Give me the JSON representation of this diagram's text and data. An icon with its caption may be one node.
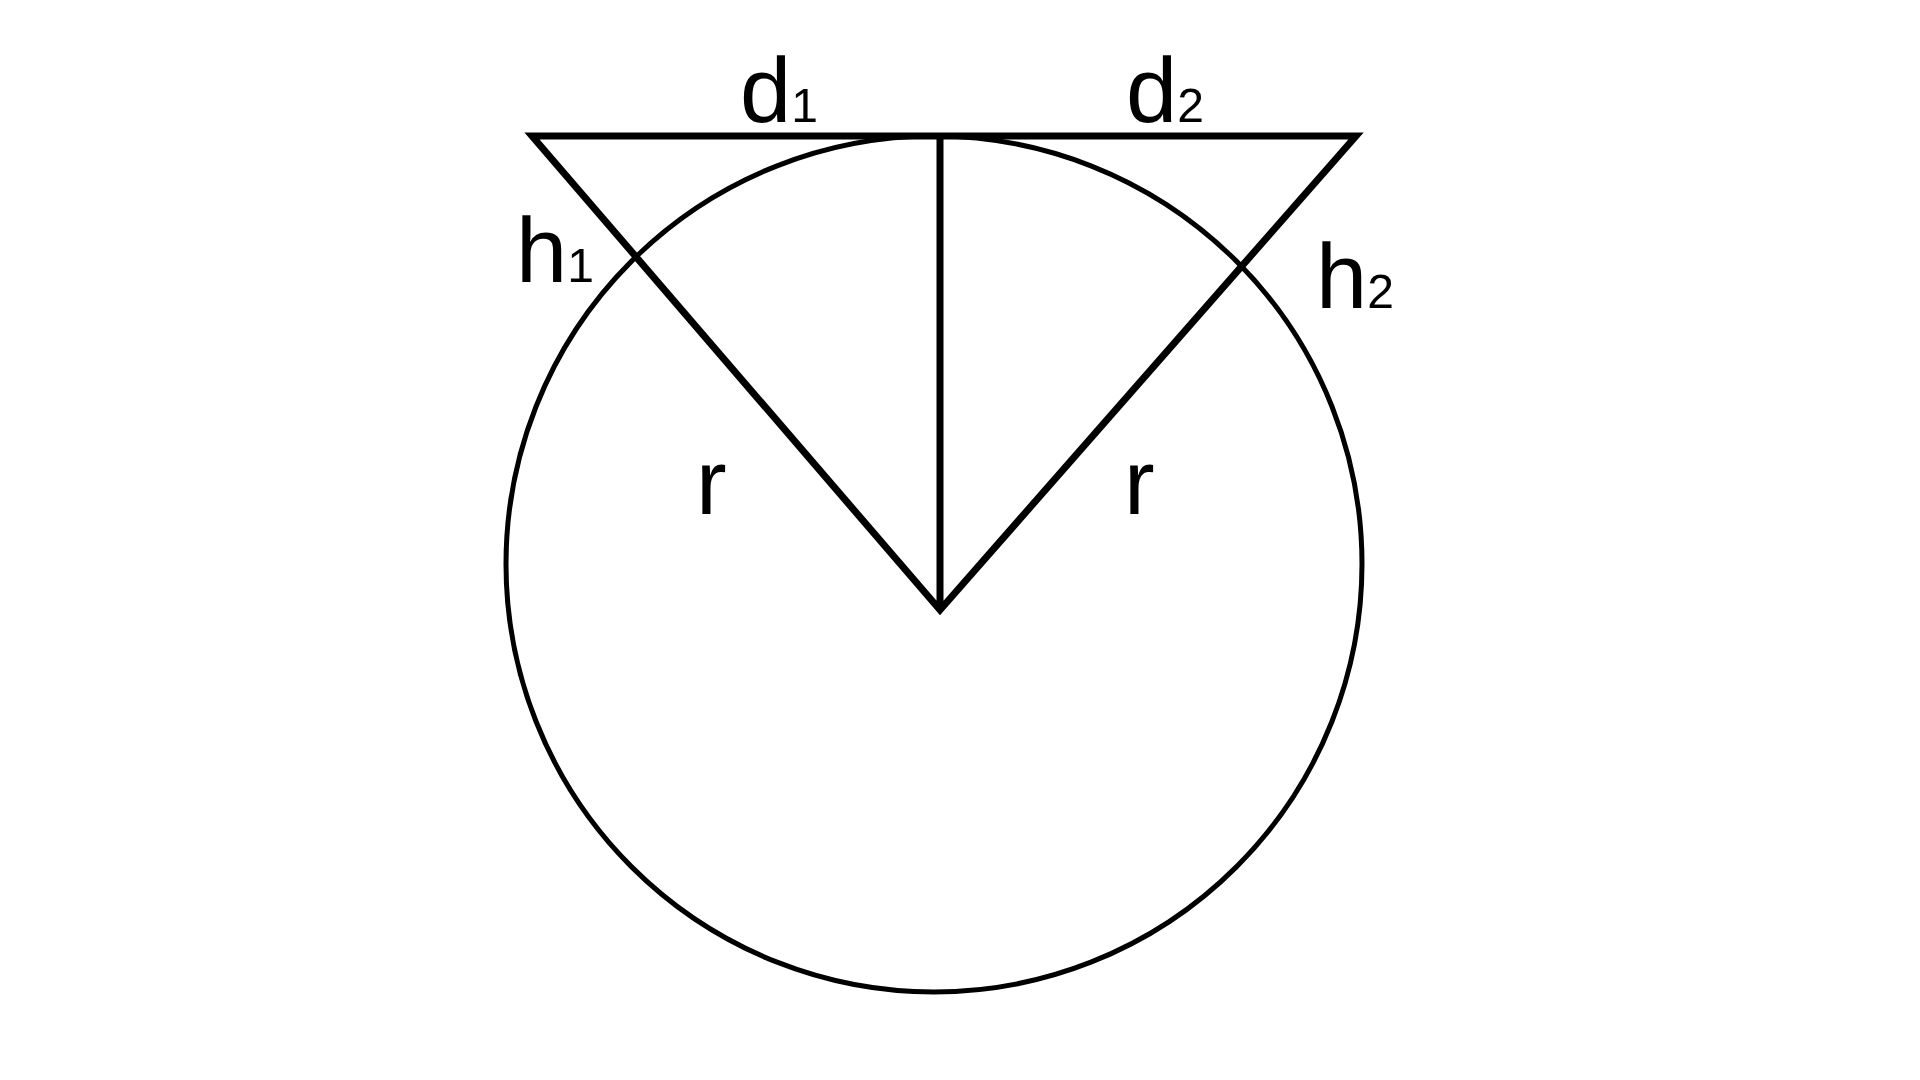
{
  "diagram": {
    "labels": [
      "d$_{1}$",
      "d$_{2}$",
      "h$_{1}$",
      "h$_{2}$",
      "r",
      "r"
    ]
  }
}
